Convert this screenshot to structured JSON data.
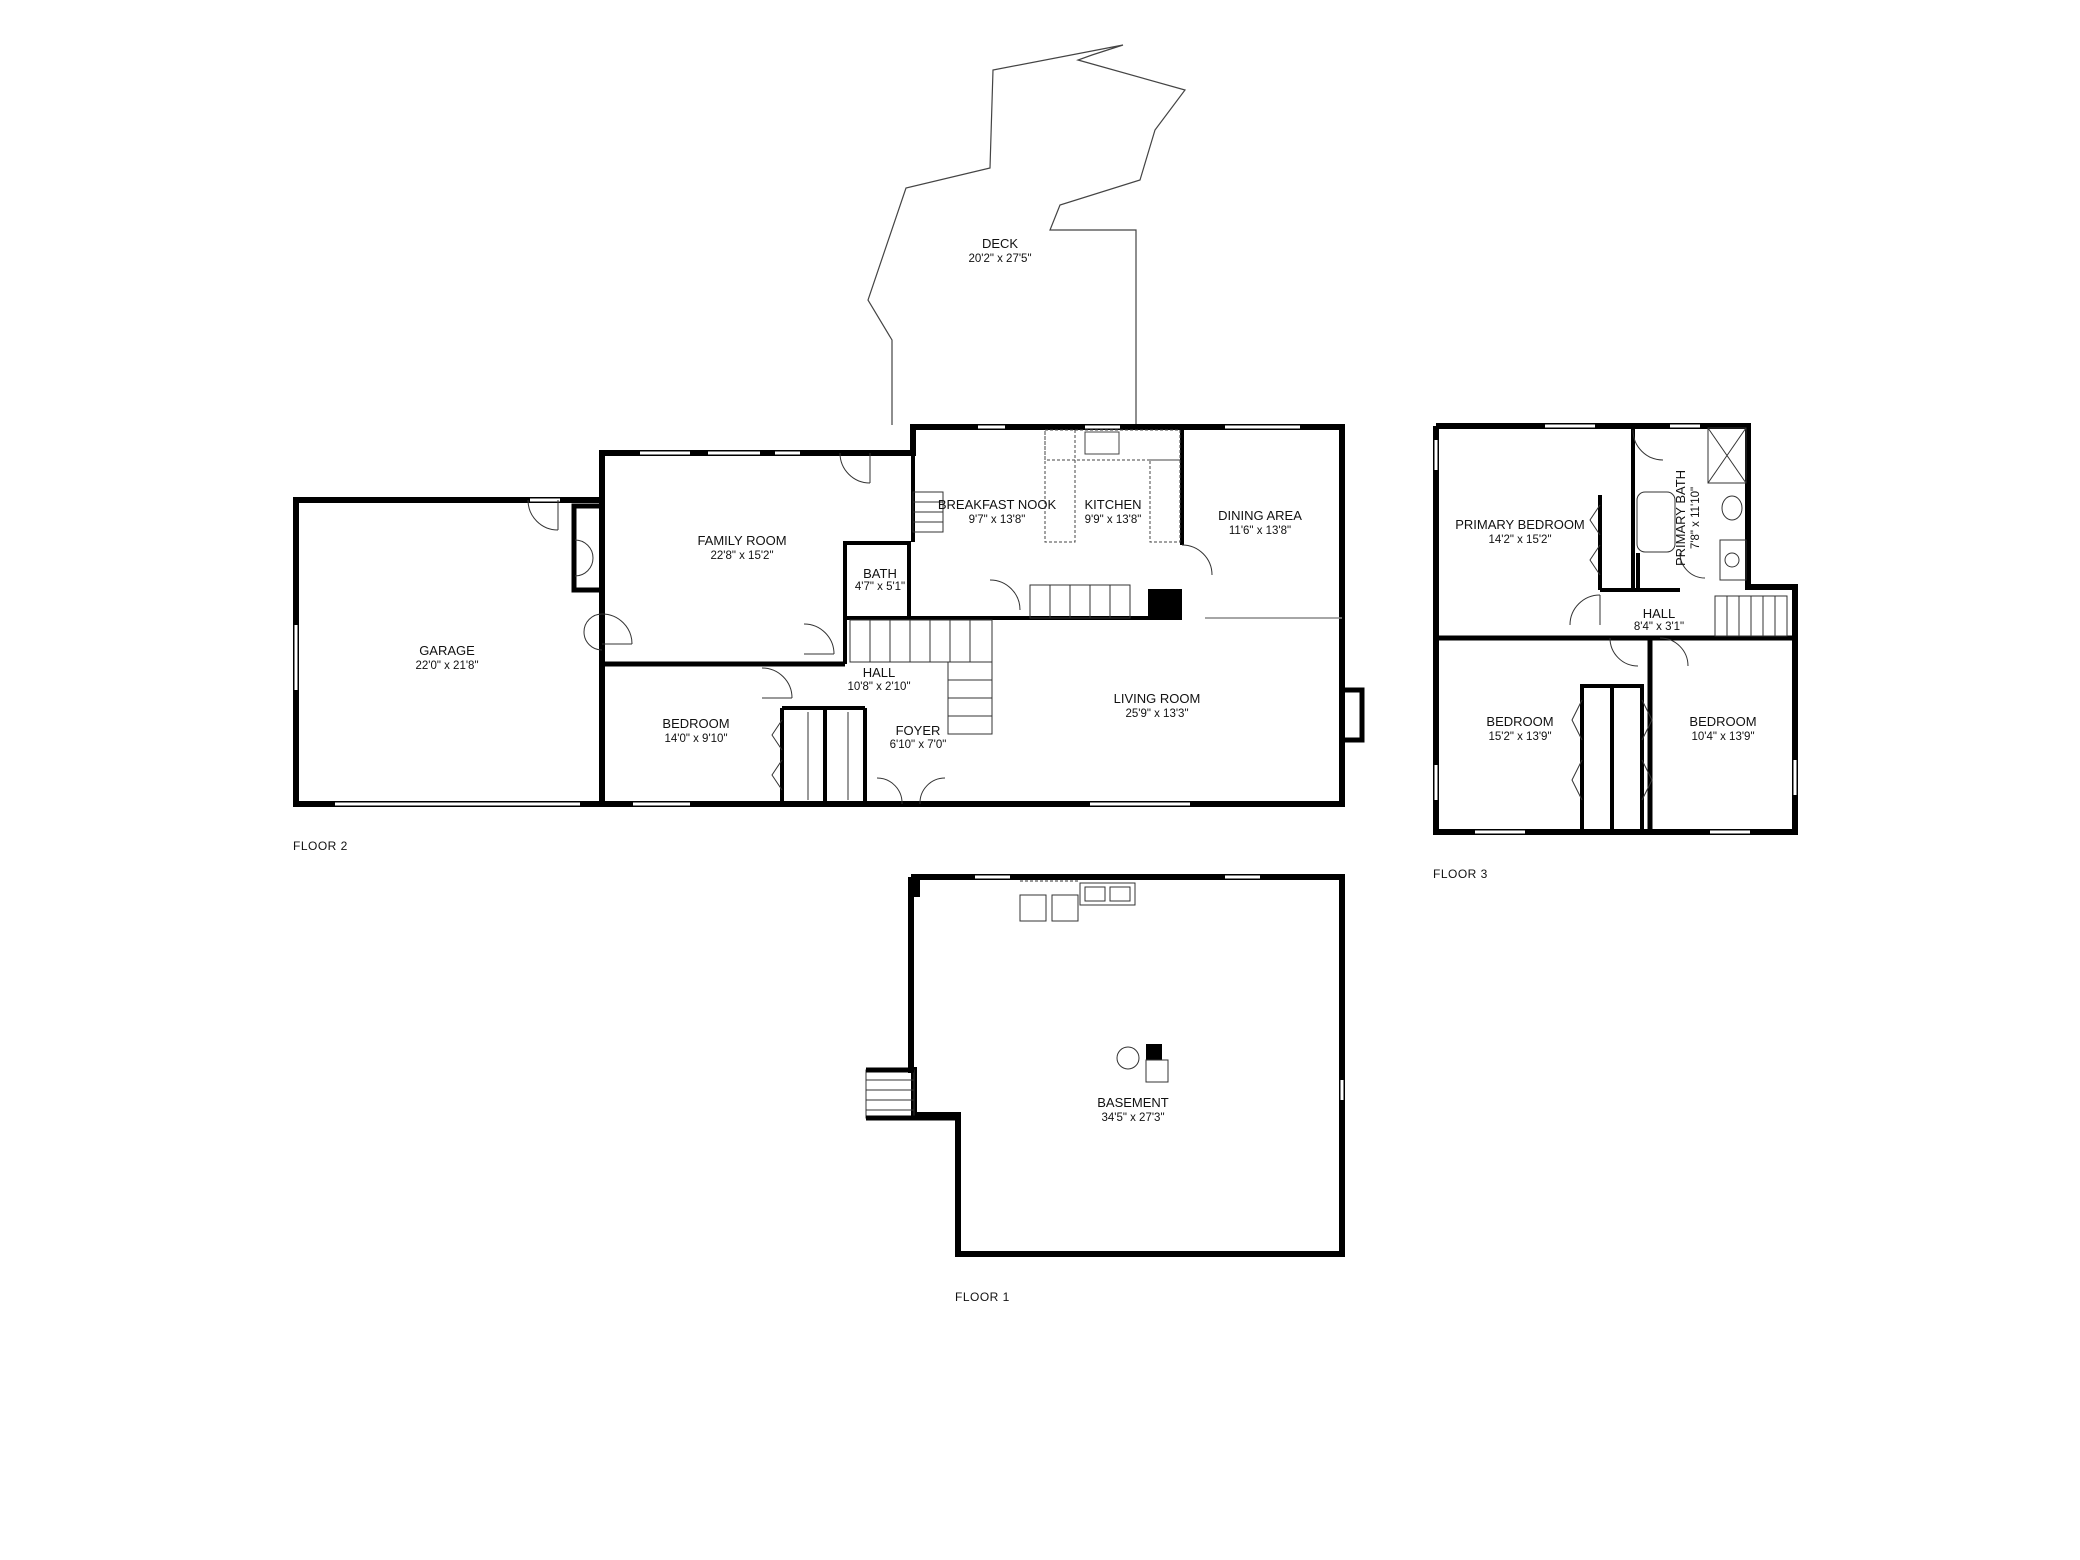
{
  "floors": {
    "floor2": {
      "title": "FLOOR 2",
      "rooms": {
        "deck": {
          "name": "DECK",
          "dim": "20'2\" x 27'5\""
        },
        "family_room": {
          "name": "FAMILY ROOM",
          "dim": "22'8\" x 15'2\""
        },
        "breakfast_nook": {
          "name": "BREAKFAST NOOK",
          "dim": "9'7\" x 13'8\""
        },
        "kitchen": {
          "name": "KITCHEN",
          "dim": "9'9\" x 13'8\""
        },
        "dining_area": {
          "name": "DINING AREA",
          "dim": "11'6\" x 13'8\""
        },
        "garage": {
          "name": "GARAGE",
          "dim": "22'0\" x 21'8\""
        },
        "bath": {
          "name": "BATH",
          "dim": "4'7\" x 5'1\""
        },
        "hall": {
          "name": "HALL",
          "dim": "10'8\" x 2'10\""
        },
        "bedroom": {
          "name": "BEDROOM",
          "dim": "14'0\" x 9'10\""
        },
        "foyer": {
          "name": "FOYER",
          "dim": "6'10\" x 7'0\""
        },
        "living_room": {
          "name": "LIVING ROOM",
          "dim": "25'9\" x 13'3\""
        }
      }
    },
    "floor3": {
      "title": "FLOOR 3",
      "rooms": {
        "primary_bedroom": {
          "name": "PRIMARY BEDROOM",
          "dim": "14'2\" x 15'2\""
        },
        "primary_bath": {
          "name": "PRIMARY BATH",
          "dim": "7'8\" x 11'10\""
        },
        "hall": {
          "name": "HALL",
          "dim": "8'4\" x 3'1\""
        },
        "bedroom_a": {
          "name": "BEDROOM",
          "dim": "15'2\" x 13'9\""
        },
        "bedroom_b": {
          "name": "BEDROOM",
          "dim": "10'4\" x 13'9\""
        }
      }
    },
    "floor1": {
      "title": "FLOOR 1",
      "rooms": {
        "basement": {
          "name": "BASEMENT",
          "dim": "34'5\" x 27'3\""
        }
      }
    }
  },
  "colors": {
    "wall": "#000000",
    "thin": "#555555",
    "background": "#ffffff"
  }
}
